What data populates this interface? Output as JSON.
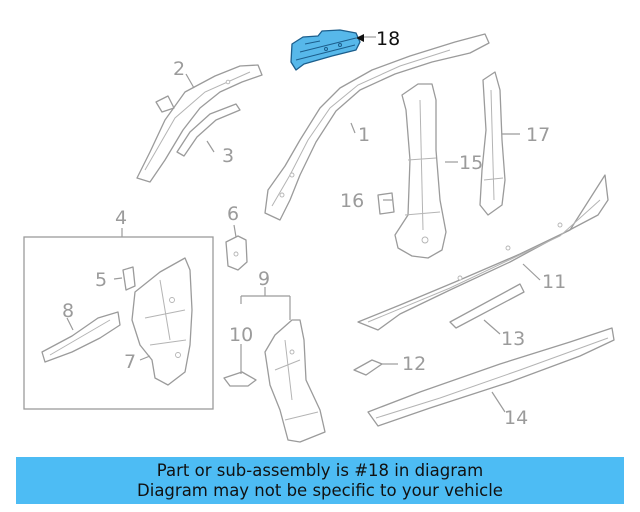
{
  "diagram": {
    "callouts": [
      {
        "label": "1"
      },
      {
        "label": "2"
      },
      {
        "label": "3"
      },
      {
        "label": "4"
      },
      {
        "label": "5"
      },
      {
        "label": "6"
      },
      {
        "label": "7"
      },
      {
        "label": "8"
      },
      {
        "label": "9"
      },
      {
        "label": "10"
      },
      {
        "label": "11"
      },
      {
        "label": "12"
      },
      {
        "label": "13"
      },
      {
        "label": "14"
      },
      {
        "label": "15"
      },
      {
        "label": "16"
      },
      {
        "label": "17"
      },
      {
        "label": "18"
      }
    ],
    "highlighted_part": "18",
    "colors": {
      "highlight_fill": "#57b8ea",
      "highlight_stroke": "#1c5e8c",
      "line": "#9b9b9b",
      "banner": "#4dbcf4"
    }
  },
  "banner": {
    "line1": "Part or sub-assembly is #18 in diagram",
    "line2": "Diagram may not be specific to your vehicle"
  }
}
